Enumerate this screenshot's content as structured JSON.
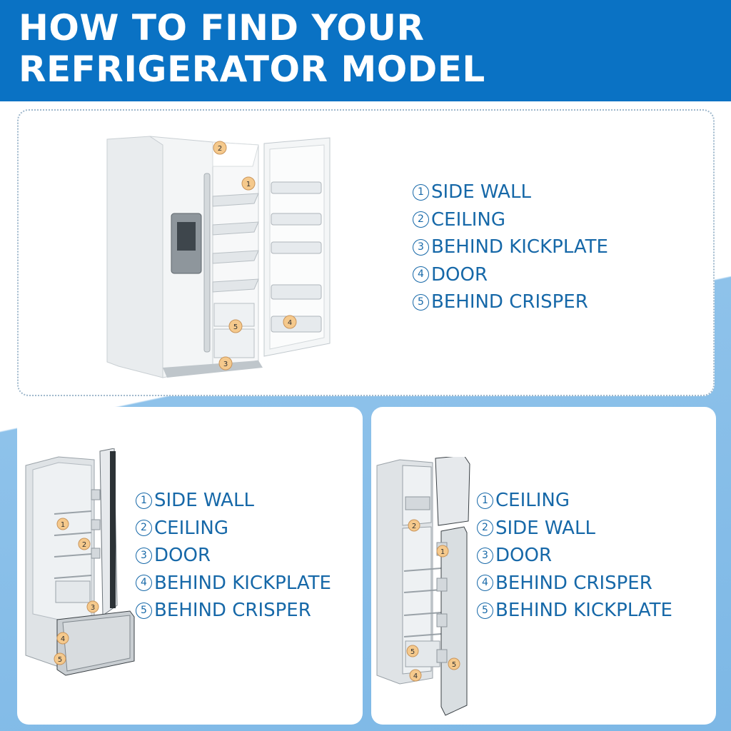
{
  "header": {
    "title_line1": "HOW TO FIND YOUR",
    "title_line2": "REFRIGERATOR MODEL"
  },
  "colors": {
    "header_bg": "#0a72c4",
    "legend_text": "#1668a8",
    "accent_band": "#8ec2ea",
    "marker": "#f5c98c"
  },
  "markers": [
    "1",
    "2",
    "3",
    "4",
    "5"
  ],
  "panels": [
    {
      "id": "side-by-side",
      "legend": [
        {
          "num": "1",
          "label": "SIDE WALL"
        },
        {
          "num": "2",
          "label": "CEILING"
        },
        {
          "num": "3",
          "label": "BEHIND KICKPLATE"
        },
        {
          "num": "4",
          "label": "DOOR"
        },
        {
          "num": "5",
          "label": "BEHIND CRISPER"
        }
      ]
    },
    {
      "id": "bottom-freezer",
      "legend": [
        {
          "num": "1",
          "label": "SIDE WALL"
        },
        {
          "num": "2",
          "label": "CEILING"
        },
        {
          "num": "3",
          "label": "DOOR"
        },
        {
          "num": "4",
          "label": "BEHIND KICKPLATE"
        },
        {
          "num": "5",
          "label": "BEHIND CRISPER"
        }
      ]
    },
    {
      "id": "top-freezer",
      "legend": [
        {
          "num": "1",
          "label": "CEILING"
        },
        {
          "num": "2",
          "label": "SIDE WALL"
        },
        {
          "num": "3",
          "label": "DOOR"
        },
        {
          "num": "4",
          "label": "BEHIND CRISPER"
        },
        {
          "num": "5",
          "label": "BEHIND KICKPLATE"
        }
      ]
    }
  ]
}
